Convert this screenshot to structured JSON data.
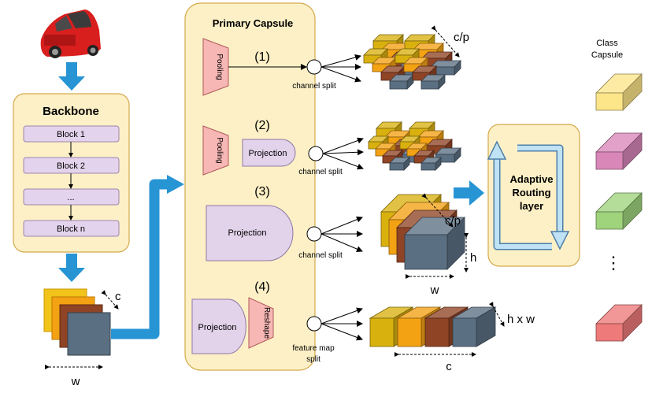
{
  "backbone": {
    "title": "Backbone",
    "blocks": [
      "Block 1",
      "Block 2",
      "...",
      "Block n"
    ],
    "feature_labels": {
      "channels": "c",
      "width": "w"
    }
  },
  "primary_capsule": {
    "title": "Primary Capsule",
    "branches": [
      {
        "index": "(1)",
        "modules": [
          "Pooling"
        ],
        "split": "channel split"
      },
      {
        "index": "(2)",
        "modules": [
          "Pooling",
          "Projection"
        ],
        "split": "channel split"
      },
      {
        "index": "(3)",
        "modules": [
          "Projection"
        ],
        "split": "channel split"
      },
      {
        "index": "(4)",
        "modules": [
          "Projection",
          "Reshape"
        ],
        "split": [
          "feature map",
          "split"
        ]
      }
    ]
  },
  "outputs": {
    "branch1_label": "c/p",
    "branch3_labels": {
      "channels": "c/p",
      "height": "h",
      "width": "w"
    },
    "branch4_labels": {
      "hxw": "h x w",
      "channels": "c"
    }
  },
  "routing": {
    "label": [
      "Adaptive",
      "Routing",
      "layer"
    ]
  },
  "class_capsule": {
    "title": [
      "Class",
      "Capsule"
    ],
    "ellipsis": "⋮",
    "colors": [
      "#fde58a",
      "#d887b8",
      "#9fd37c",
      "#ee7a7a"
    ]
  },
  "colors": {
    "panel_fill": "#fdf0c6",
    "panel_stroke": "#d4a94b",
    "block_fill": "#e4d3ec",
    "pool_fill": "#f7b7b5",
    "proj_fill": "#e2d2ea",
    "arrow_blue": "#2794d4",
    "cube_gold": "#d9b10f",
    "cube_orange": "#f3a213",
    "cube_brown": "#8f4425",
    "cube_slate": "#5b6f82"
  }
}
